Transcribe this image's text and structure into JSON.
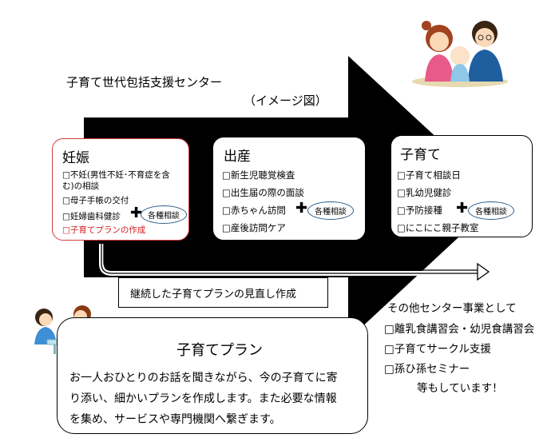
{
  "title": "子育て世代包括支援センター",
  "subtitle": "（イメージ図）",
  "stages": [
    {
      "title": "妊娠",
      "items": [
        "□不妊(男性不妊･不育症を含",
        "む)の相談",
        "□母子手帳の交付",
        "□妊婦歯科健診"
      ],
      "highlight": "□子育てプランの作成",
      "consult": "各種相談"
    },
    {
      "title": "出産",
      "items": [
        "□新生児聴覚検査",
        "□出生届の際の面談",
        "□赤ちゃん訪問",
        "□産後訪問ケア"
      ],
      "consult": "各種相談"
    },
    {
      "title": "子育て",
      "items": [
        "□子育て相談日",
        "□乳幼児健診",
        "□予防接種",
        "□にこにこ親子教室"
      ],
      "consult": "各種相談"
    }
  ],
  "continuing": "継続した子育てプランの見直し作成",
  "plan": {
    "title": "子育てプラン",
    "body_lines": [
      "お一人おひとりのお話を聞きながら、今の子育てに寄",
      "り添い、細かいプランを作成します。また必要な情報",
      "を集め、サービスや専門機関へ繋ぎます。"
    ]
  },
  "other": {
    "heading": "その他センター事業として",
    "items": [
      "□離乳食講習会・幼児食講習会",
      "□子育てサークル支援",
      "□孫ひ孫セミナー"
    ],
    "footer": "等もしています！"
  },
  "colors": {
    "accent_red": "#d42020",
    "consult_border": "#2f5d8a",
    "arrow": "#000000"
  }
}
